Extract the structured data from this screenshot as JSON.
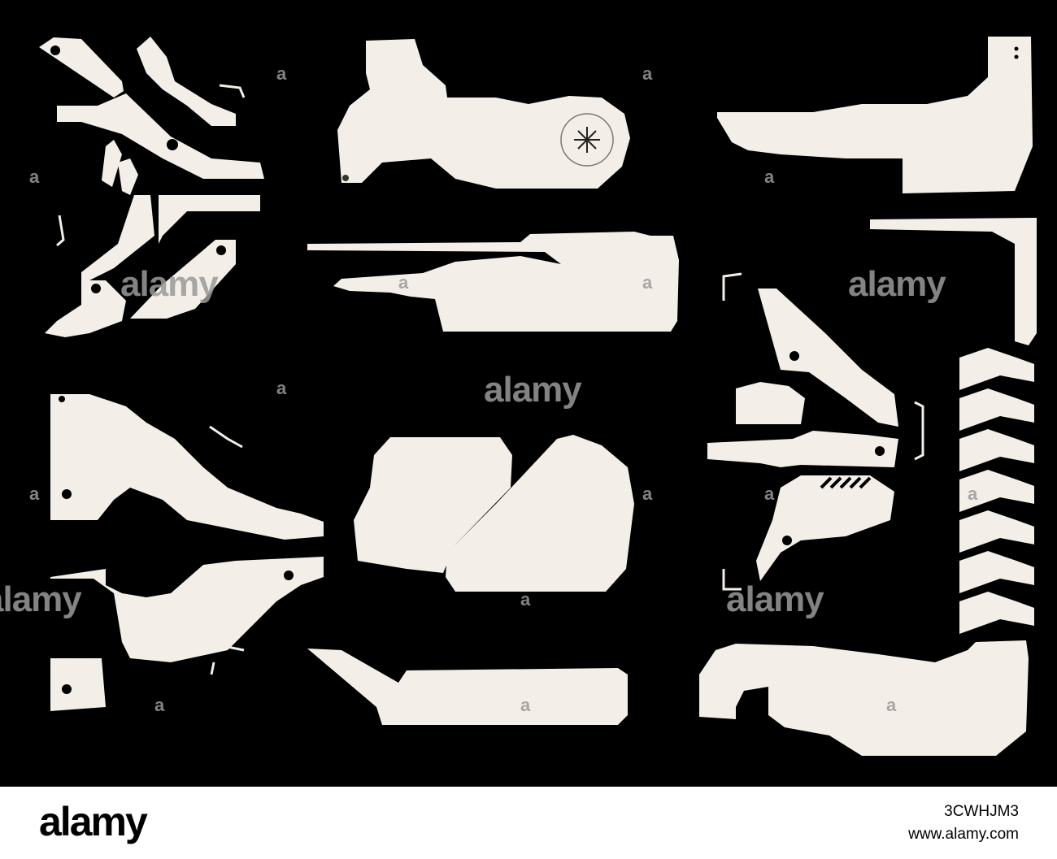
{
  "watermark": {
    "brand": "alamy",
    "mark": "a"
  },
  "footer": {
    "logo": "alamy",
    "image_id": "3CWHJM3",
    "site": "www.alamy.com"
  },
  "colors": {
    "background": "#000000",
    "shape_fill": "#f3efe8",
    "watermark": "#9a9a9a",
    "footer_bg": "#ffffff"
  }
}
